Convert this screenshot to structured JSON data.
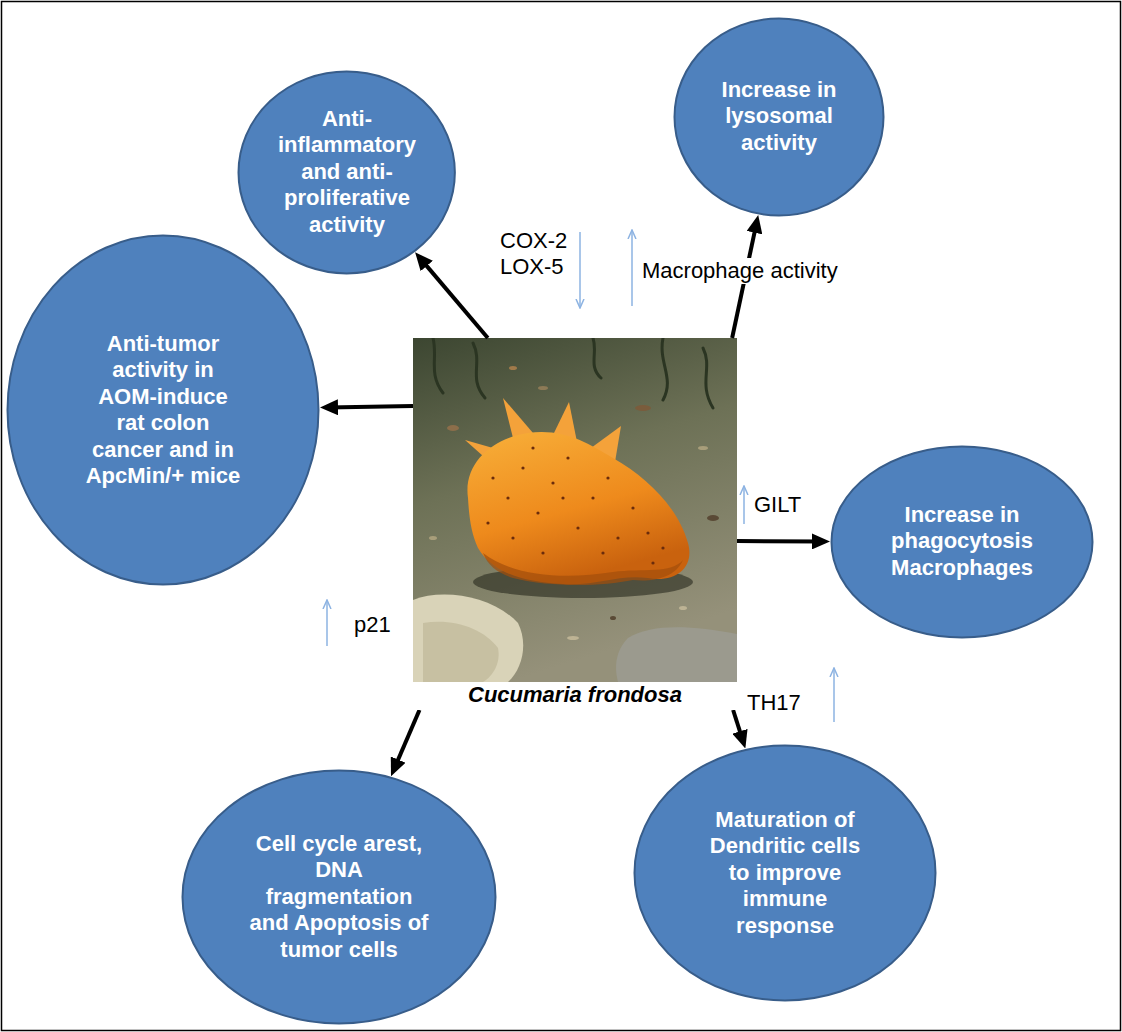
{
  "diagram": {
    "nodes": [
      {
        "text": [
          "Anti- inflammatory and anti- proliferative activity"
        ]
      },
      {
        "text": [
          "Increase in lysosomal activity"
        ]
      },
      {
        "text": [
          "Anti-tumor activity in AOM-induce rat colon cancer and in ApcMin/+ mice"
        ]
      },
      {
        "text": [
          "Cucumaria frondosa"
        ]
      },
      {
        "text": [
          "Increase in phagocytosis Macrophages"
        ]
      },
      {
        "text": [
          "Cell cycle arest, DNA fragmentation and Apoptosis of tumor cells"
        ]
      },
      {
        "text": [
          "Maturation of Dendritic cells to improve immune response"
        ]
      }
    ],
    "edges": [
      {
        "from": 3,
        "to": 0,
        "arrow": "to",
        "label": "COX-2 LOX-5"
      },
      {
        "from": 3,
        "to": 1,
        "arrow": "to",
        "label": "Macrophage activity"
      },
      {
        "from": 3,
        "to": 2,
        "arrow": "to"
      },
      {
        "from": 3,
        "to": 4,
        "arrow": "to",
        "label": "GILT"
      },
      {
        "from": 3,
        "to": 5,
        "arrow": "to",
        "label": "p21"
      },
      {
        "from": 3,
        "to": 6,
        "arrow": "to",
        "label": "TH17"
      }
    ]
  }
}
